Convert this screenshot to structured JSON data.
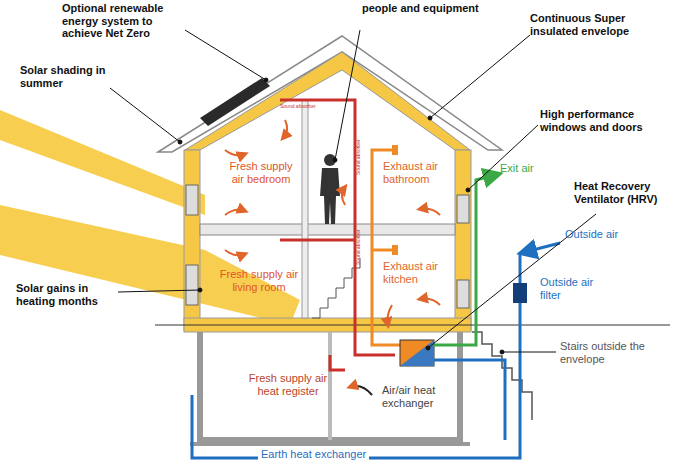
{
  "diagram": {
    "labels": [
      "Optional renewable energy system to achieve Net Zero",
      "people and equipment",
      "Continuous Super insulated envelope",
      "Solar shading in summer",
      "High performance windows and doors",
      "Heat Recovery Ventilator (HRV)",
      "Solar gains in heating months",
      "Exit air",
      "Outside air",
      "Outside air filter",
      "Stairs outside the envelope",
      "Fresh supply air bedroom",
      "Exhaust air bathroom",
      "Fresh supply air living room",
      "Exhaust air kitchen",
      "Fresh supply air heat register",
      "Air/air heat exchanger",
      "Earth heat exchanger",
      "Sound absorber",
      "Sound absorber",
      "Sound absorber"
    ]
  }
}
